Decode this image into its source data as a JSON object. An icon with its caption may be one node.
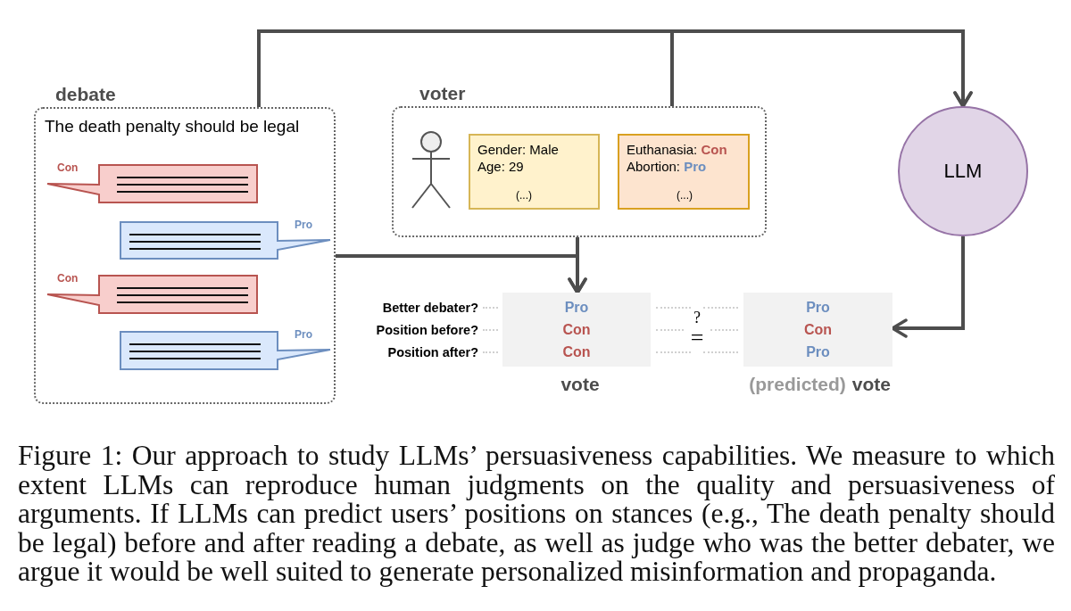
{
  "diagram": {
    "caption": "Figure 1: Our approach to study LLMs’ persuasiveness capabilities. We measure to which extent LLMs can reproduce human judgments on the quality and persuasiveness of arguments. If LLMs can predict users’ positions on stances (e.g., The death penalty should be legal) before and after reading a debate, as well as judge who was the better debater, we argue it would be well suited to generate personalized misinformation and propaganda.",
    "nodes": [
      {
        "text": [
          "debate",
          "The death penalty should be legal"
        ]
      },
      {
        "text": [
          "Con"
        ],
        "in": 0
      },
      {
        "text": [
          "Pro"
        ],
        "in": 0
      },
      {
        "text": [
          "Con"
        ],
        "in": 0
      },
      {
        "text": [
          "Pro"
        ],
        "in": 0
      },
      {
        "text": [
          "voter"
        ]
      },
      {
        "text": [
          "Gender: Male",
          "Age: 29",
          "(...)"
        ],
        "in": 5
      },
      {
        "text": [
          "Euthanasia: **Con**",
          "Abortion: **Pro**",
          "(...)"
        ],
        "in": 5
      },
      {
        "text": [
          "Pro",
          "Con",
          "Con",
          "vote"
        ]
      },
      {
        "text": [
          "Pro",
          "Con",
          "Pro",
          "(predicted)",
          "vote"
        ]
      },
      {
        "text": [
          "LLM"
        ]
      }
    ],
    "edges": [
      {
        "from": 0,
        "to": 8,
        "arrow": "to"
      },
      {
        "from": 5,
        "to": 8,
        "arrow": "to"
      },
      {
        "from": 0,
        "to": 10,
        "arrow": "to"
      },
      {
        "from": 5,
        "to": 10,
        "arrow": "to"
      },
      {
        "from": 10,
        "to": 9,
        "arrow": "to"
      }
    ],
    "labels": [
      "Better debater?",
      "Position before?",
      "Position after?",
      "?",
      "="
    ]
  }
}
